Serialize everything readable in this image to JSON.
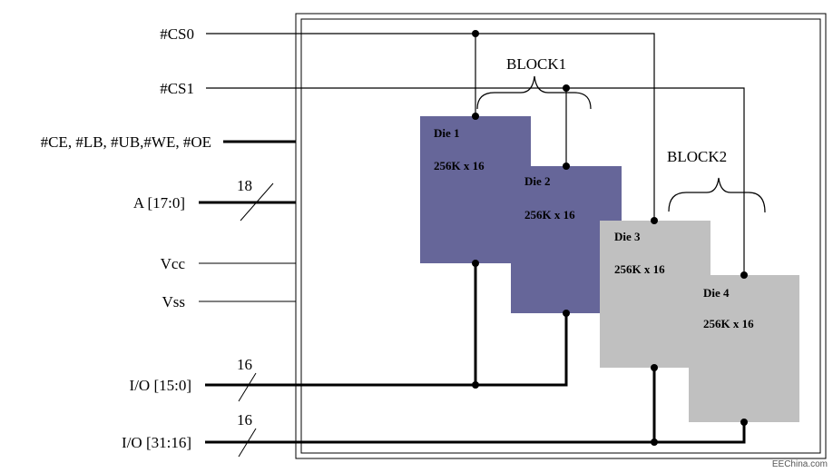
{
  "signals": {
    "cs0": "#CS0",
    "cs1": "#CS1",
    "control": "#CE, #LB, #UB,#WE, #OE",
    "address": "A [17:0]",
    "address_width": "18",
    "vcc": "Vcc",
    "vss": "Vss",
    "io_low": "I/O [15:0]",
    "io_low_width": "16",
    "io_high": "I/O [31:16]",
    "io_high_width": "16"
  },
  "blocks": {
    "block1": "BLOCK1",
    "block2": "BLOCK2"
  },
  "dies": [
    {
      "name": "Die 1",
      "size": "256K x 16"
    },
    {
      "name": "Die 2",
      "size": "256K x 16"
    },
    {
      "name": "Die 3",
      "size": "256K x 16"
    },
    {
      "name": "Die 4",
      "size": "256K x 16"
    }
  ],
  "watermark": "EEChina.com",
  "colors": {
    "block1_fill": "#666699",
    "block2_fill": "#c0c0c0",
    "line": "#000000"
  }
}
